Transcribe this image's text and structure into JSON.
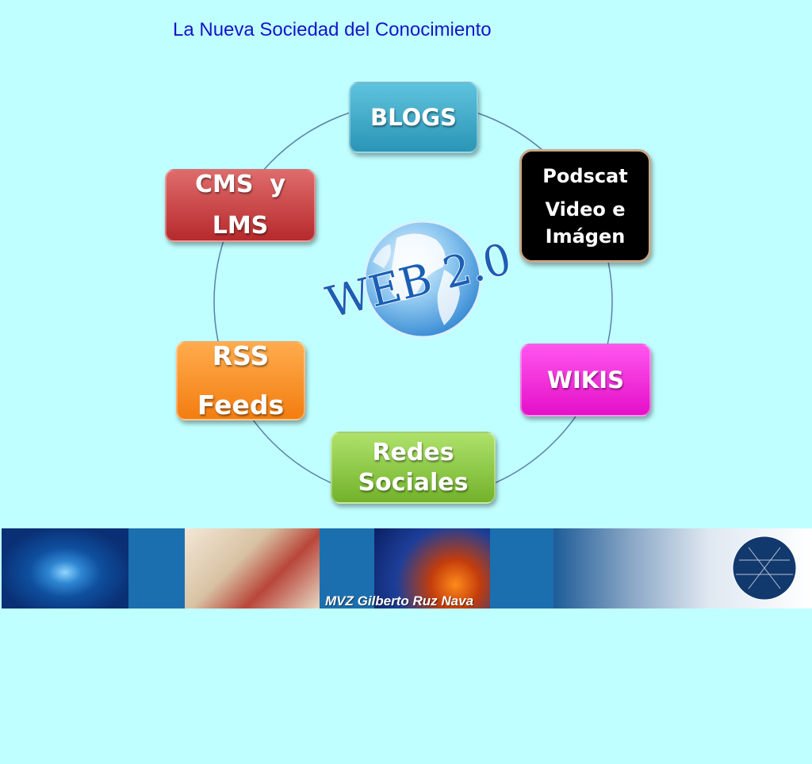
{
  "title": "La Nueva Sociedad del Conocimiento",
  "center": {
    "line1": "WEB 2.0"
  },
  "nodes": {
    "blogs": "BLOGS",
    "podcast_1": "Podscat",
    "podcast_2": "Video e",
    "podcast_3": "Imágen",
    "cms_1": "CMS  y",
    "cms_2": "LMS",
    "rss_1": "RSS",
    "rss_2": "Feeds",
    "wikis": "WIKIS",
    "redes_1": "Redes",
    "redes_2": "Sociales"
  },
  "footer": {
    "credit": "MVZ Gilberto Ruz Nava"
  },
  "colors": {
    "background": "#c0ffff",
    "title": "#1414c8",
    "blogs": "#2a95b6",
    "podcast": "#000000",
    "cms": "#b62a2c",
    "rss": "#f37d10",
    "wikis": "#e410c8",
    "redes": "#72b22a"
  }
}
